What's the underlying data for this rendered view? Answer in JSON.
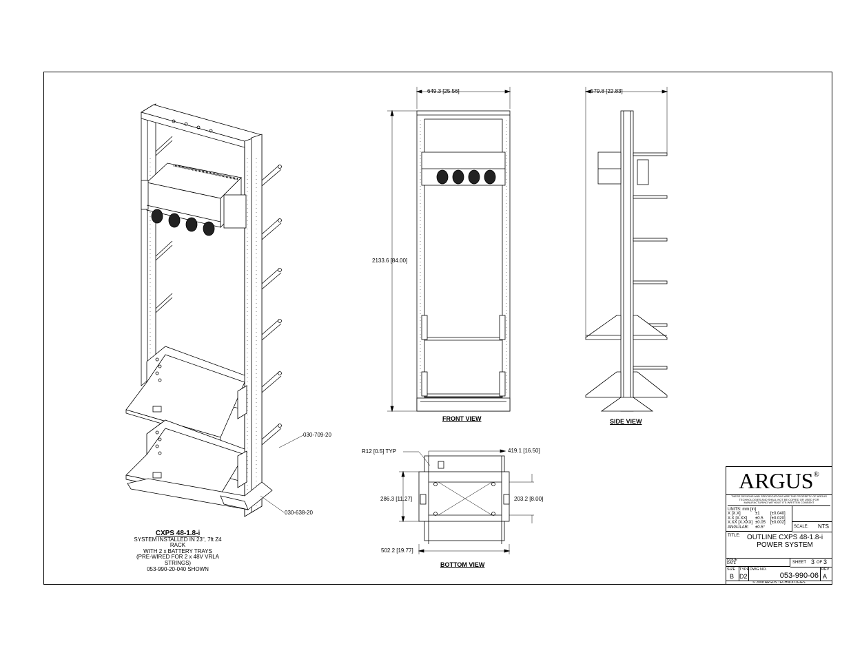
{
  "dimensions": {
    "front_width": "649.3 [25.56]",
    "front_height": "2133.6 [84.00]",
    "side_depth": "579.8 [22.83]",
    "bottom_radius": "R12 [0.5] TYP",
    "bottom_width_inner": "419.1 [16.50]",
    "bottom_depth": "286.3 [11.27]",
    "bottom_depth_inner": "203.2 [8.00]",
    "bottom_width": "502.2 [19.77]"
  },
  "views": {
    "front": "FRONT VIEW",
    "side": "SIDE VIEW",
    "bottom": "BOTTOM VIEW"
  },
  "callouts": {
    "upper": "030-709-20",
    "lower": "030-638-20"
  },
  "caption": {
    "title": "CXPS 48-1.8-i",
    "line1": "SYSTEM INSTALLED IN 23\", 7ft Z4 RACK",
    "line2": "WITH 2 x BATTERY TRAYS",
    "line3": "(PRE-WIRED FOR 2 x 48V VRLA STRINGS)",
    "line4": "053-990-20-040 SHOWN"
  },
  "title_block": {
    "logo": "ARGUS",
    "logo_mark": "®",
    "fine_print": "THESE DESIGNS AND SPECIFICATIONS ARE THE PROPERTY OF ARGUS TECHNOLOGIES AND SHALL NOT BE COPIED OR USED FOR MANUFACTURING WITHOUT ITS WRITTEN CONSENT",
    "units_label": "UNITS: mm [in]",
    "tol_rows": [
      {
        "fmt": "X [X.X]",
        "val": "±1",
        "inch": "[±0.040]"
      },
      {
        "fmt": "X.X [X.XX]",
        "val": "±0.5",
        "inch": "[±0.020]"
      },
      {
        "fmt": "X.XX [X.XXX]",
        "val": "±0.05",
        "inch": "[±0.002]"
      },
      {
        "fmt": "ANGULAR:",
        "val": "±0.5°",
        "inch": ""
      }
    ],
    "scale_label": "SCALE:",
    "scale_value": "NTS",
    "title_label": "TITLE:",
    "title_line1": "OUTLINE CXPS 48-1.8-i",
    "title_line2": "POWER SYSTEM",
    "issue_label": "ISSUE",
    "date_label": "DATE",
    "sheet_label": "SHEET",
    "sheet_num": "3",
    "of_label": "OF",
    "sheet_total": "3",
    "size_label": "SIZE",
    "size_value": "B",
    "type_label": "TYPE",
    "type_value": "D2",
    "dwg_label": "DWG NO.",
    "dwg_value": "053-990-06",
    "rev_label": "REV",
    "rev_value": "A",
    "copyright": "© 2008 ARGUS TECHNOLOGIES"
  }
}
